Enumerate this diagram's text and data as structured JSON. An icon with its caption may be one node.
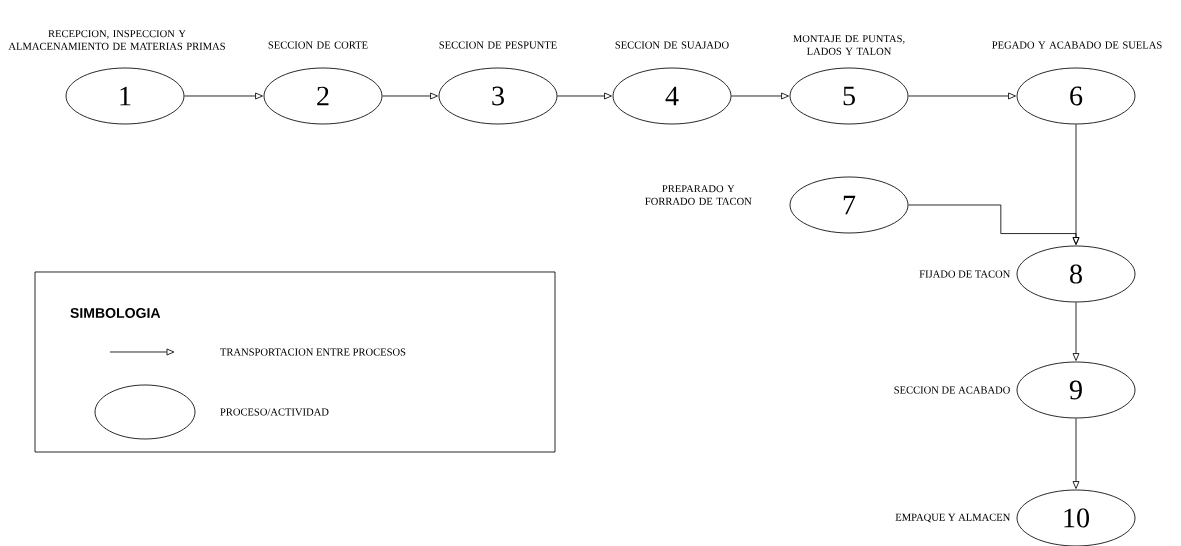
{
  "diagram": {
    "nodes": [
      {
        "text": [
          "1"
        ],
        "beside": [
          "RECEPCION, INSPECCION Y ALMACENAMIENTO DE MATERIAS PRIMAS"
        ]
      },
      {
        "text": [
          "2"
        ],
        "beside": [
          "SECCION DE CORTE"
        ]
      },
      {
        "text": [
          "3"
        ],
        "beside": [
          "SECCION DE PESPUNTE"
        ]
      },
      {
        "text": [
          "4"
        ],
        "beside": [
          "SECCION DE SUAJADO"
        ]
      },
      {
        "text": [
          "5"
        ],
        "beside": [
          "MONTAJE DE PUNTAS, LADOS Y TALON"
        ]
      },
      {
        "text": [
          "6"
        ],
        "beside": [
          "PEGADO Y ACABADO DE SUELAS"
        ]
      },
      {
        "text": [
          "7"
        ],
        "beside": [
          "PREPARADO Y FORRADO DE TACON"
        ]
      },
      {
        "text": [
          "8"
        ],
        "beside": [
          "FIJADO DE TACON"
        ]
      },
      {
        "text": [
          "9"
        ],
        "beside": [
          "SECCION DE ACABADO"
        ]
      },
      {
        "text": [
          "10"
        ],
        "beside": [
          "EMPAQUE Y ALMACEN"
        ]
      }
    ],
    "edges": [
      {
        "from": 0,
        "to": 1,
        "arrow": "to"
      },
      {
        "from": 1,
        "to": 2,
        "arrow": "to"
      },
      {
        "from": 2,
        "to": 3,
        "arrow": "to"
      },
      {
        "from": 3,
        "to": 4,
        "arrow": "to"
      },
      {
        "from": 4,
        "to": 5,
        "arrow": "to"
      },
      {
        "from": 5,
        "to": 7,
        "arrow": "to"
      },
      {
        "from": 6,
        "to": 7,
        "arrow": "to"
      },
      {
        "from": 7,
        "to": 8,
        "arrow": "to"
      },
      {
        "from": 8,
        "to": 9,
        "arrow": "to"
      }
    ],
    "labels": [
      "SIMBOLOGIA"
    ],
    "legend": [
      {
        "text": "TRANSPORTACION ENTRE PROCESOS"
      },
      {
        "text": "PROCESO/ACTIVIDAD"
      }
    ]
  }
}
